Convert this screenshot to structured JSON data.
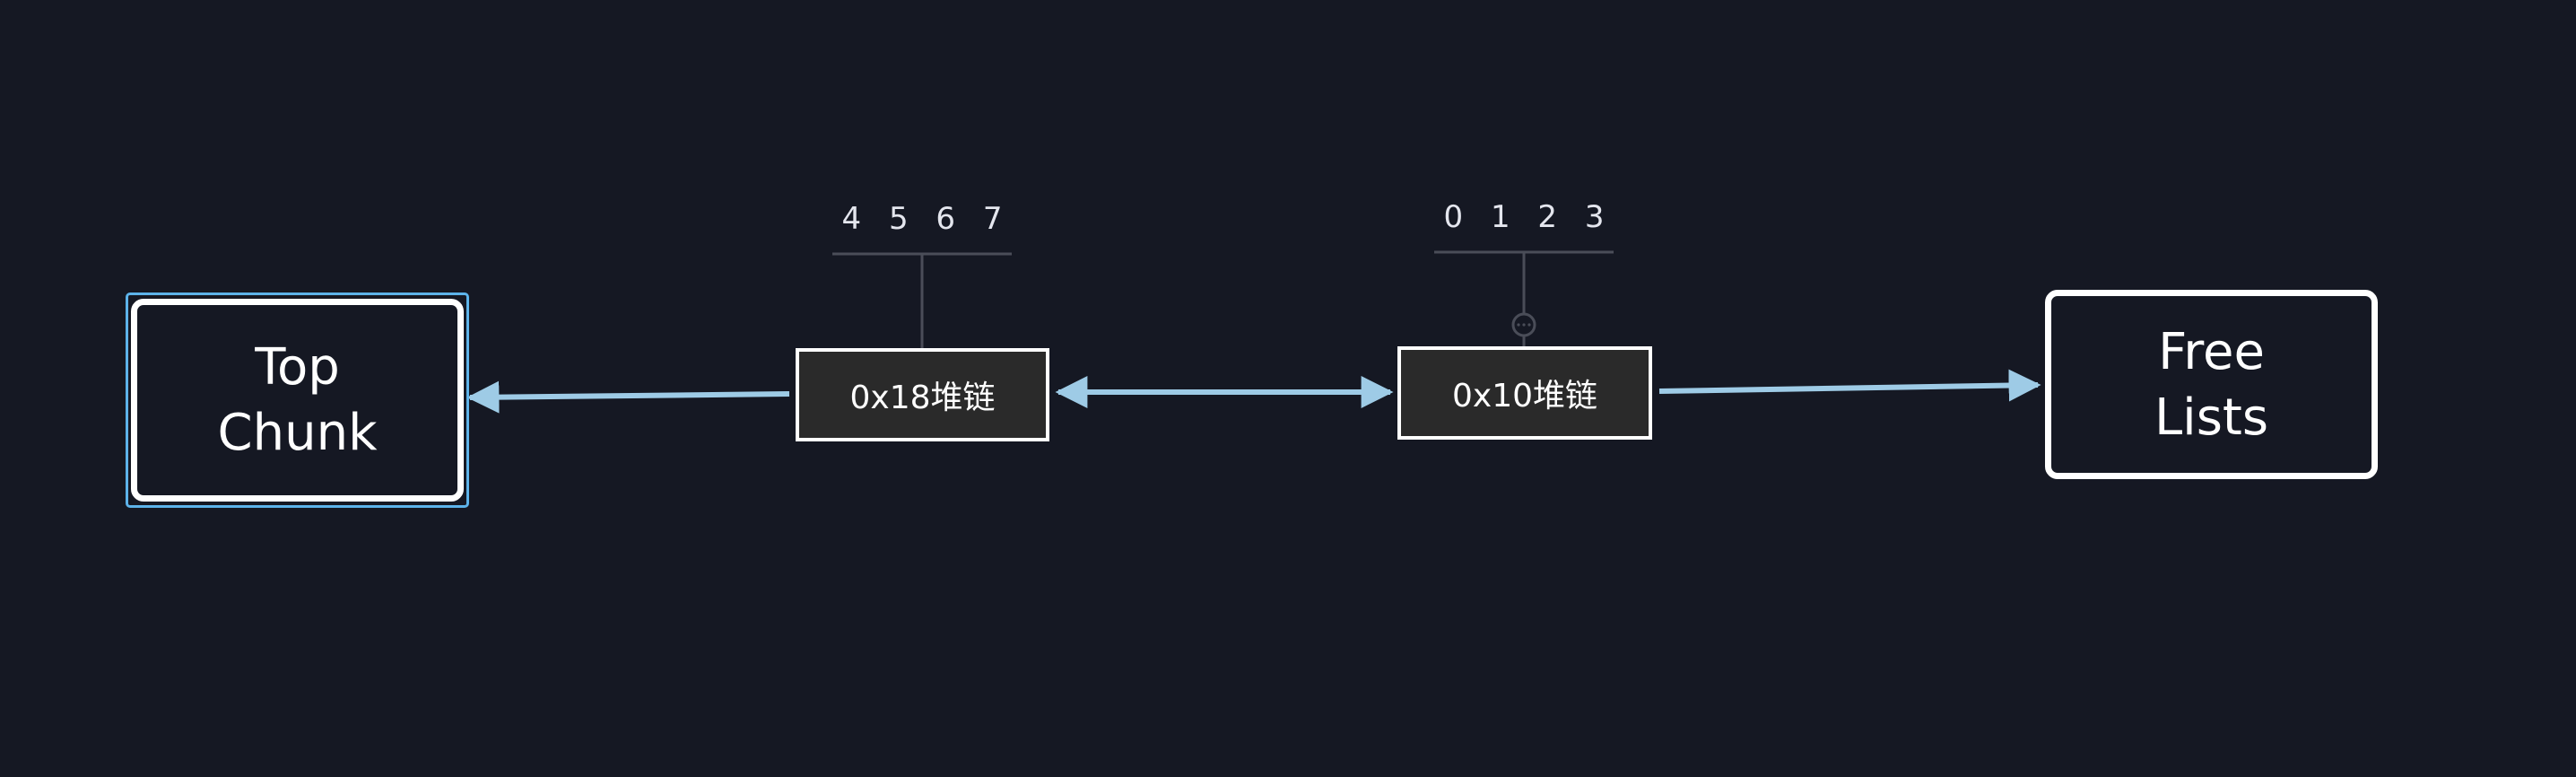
{
  "diagram": {
    "nodes": {
      "top_chunk": {
        "lines": [
          "Top",
          "Chunk"
        ],
        "selected": true
      },
      "chain_0x18": {
        "label": "0x18堆链",
        "slots": "4 5 6 7"
      },
      "chain_0x10": {
        "label": "0x10堆链",
        "slots": "0 1 2 3"
      },
      "free_lists": {
        "lines": [
          "Free",
          "Lists"
        ]
      }
    },
    "edges": [
      {
        "from": "chain_0x18",
        "to": "top_chunk",
        "arrow": "end"
      },
      {
        "from": "chain_0x18",
        "to": "chain_0x10",
        "arrow": "both"
      },
      {
        "from": "chain_0x10",
        "to": "free_lists",
        "arrow": "end"
      }
    ],
    "colors": {
      "background": "#151823",
      "node_border": "#ffffff",
      "small_node_fill": "#2a2a2a",
      "edge": "#9ecbe6",
      "selection": "#5db3ea",
      "rail": "#4a4d58"
    }
  }
}
